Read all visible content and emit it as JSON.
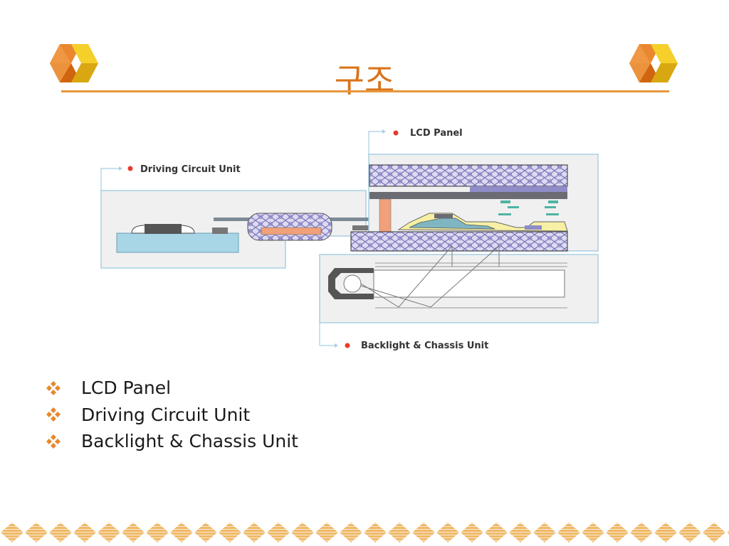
{
  "slide": {
    "title": "구조",
    "bullets": [
      {
        "text": "LCD Panel",
        "icon": "diamond-bullet-icon"
      },
      {
        "text": "Driving Circuit Unit",
        "icon": "diamond-bullet-icon"
      },
      {
        "text": "Backlight & Chassis Unit",
        "icon": "diamond-bullet-icon"
      }
    ]
  },
  "diagram": {
    "labels": {
      "lcd_panel": "LCD Panel",
      "driving_circuit": "Driving Circuit Unit",
      "backlight_chassis": "Backlight & Chassis Unit"
    }
  },
  "colors": {
    "accent": "#d9741c",
    "rule": "#e8963c",
    "deco_orange": "#e8782a",
    "deco_yellow": "#f2c21a",
    "panel_border": "#a8cfe3",
    "mesh": "#8c86c8",
    "substrate": "#a9d6e6",
    "label_dot": "#e53b2c"
  }
}
